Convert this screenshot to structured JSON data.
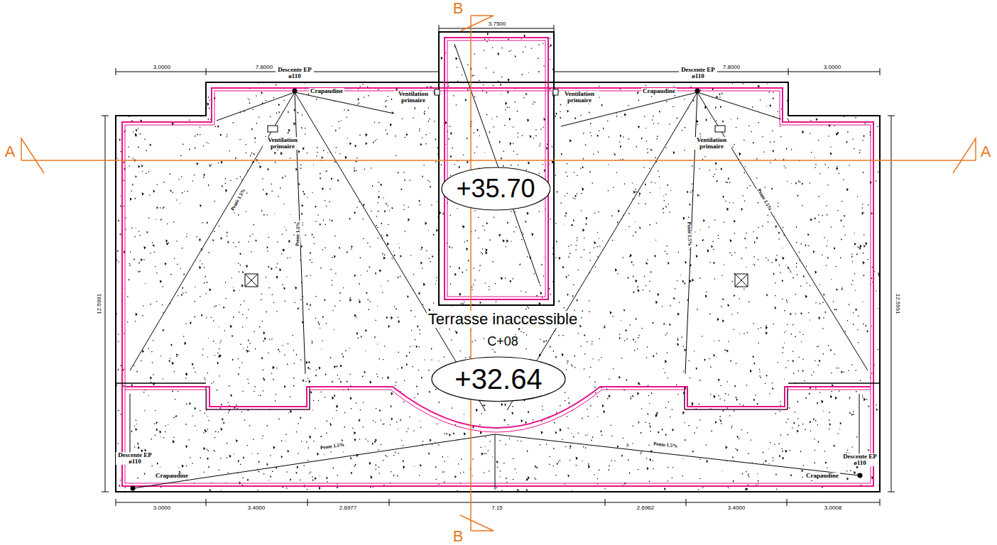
{
  "diagram": {
    "nodes": [
      {
        "text": [
          "+35.70"
        ]
      },
      {
        "text": [
          "+32.64"
        ]
      }
    ],
    "labels": [
      "A",
      "A",
      "B",
      "B",
      "3.0000",
      "7.8000",
      "3.7500",
      "7.8000",
      "3.0000",
      "12.5991",
      "12.5991",
      "3.0000",
      "3.4000",
      "2.6977",
      "7.15",
      "2.6962",
      "3.4000",
      "3.0008",
      "Descente EP ø110",
      "Descente EP ø110",
      "Descente EP ø110",
      "Descente EP ø110",
      "Crapaudine",
      "Crapaudine",
      "Crapaudine",
      "Crapaudine",
      "Ventilation primaire",
      "Ventilation primaire",
      "Ventilation primaire",
      "Ventilation primaire",
      "Pente 1.5%",
      "Pente 1.5%",
      "Pente 1.5%",
      "Pente 1.5%",
      "Pente 1.5%",
      "Pente 1.5%",
      "Terrasse inaccessible",
      "C+08"
    ]
  }
}
